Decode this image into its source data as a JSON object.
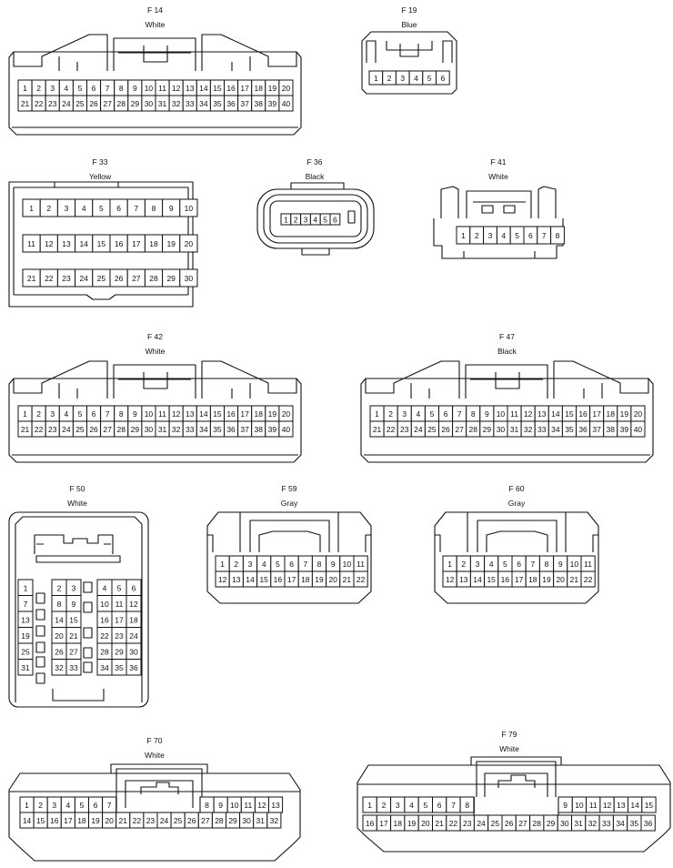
{
  "connectors": [
    {
      "name": "F 14",
      "color": "White",
      "pins": 40
    },
    {
      "name": "F 19",
      "color": "Blue",
      "pins": 6
    },
    {
      "name": "F 33",
      "color": "Yellow",
      "pins": 30
    },
    {
      "name": "F 36",
      "color": "Black",
      "pins": 6
    },
    {
      "name": "F 41",
      "color": "White",
      "pins": 8
    },
    {
      "name": "F 42",
      "color": "White",
      "pins": 40
    },
    {
      "name": "F 47",
      "color": "Black",
      "pins": 40
    },
    {
      "name": "F 50",
      "color": "White",
      "pins": 36
    },
    {
      "name": "F 59",
      "color": "Gray",
      "pins": 22
    },
    {
      "name": "F 60",
      "color": "Gray",
      "pins": 22
    },
    {
      "name": "F 70",
      "color": "White",
      "pins": 32
    },
    {
      "name": "F 79",
      "color": "White",
      "pins": 36
    }
  ]
}
